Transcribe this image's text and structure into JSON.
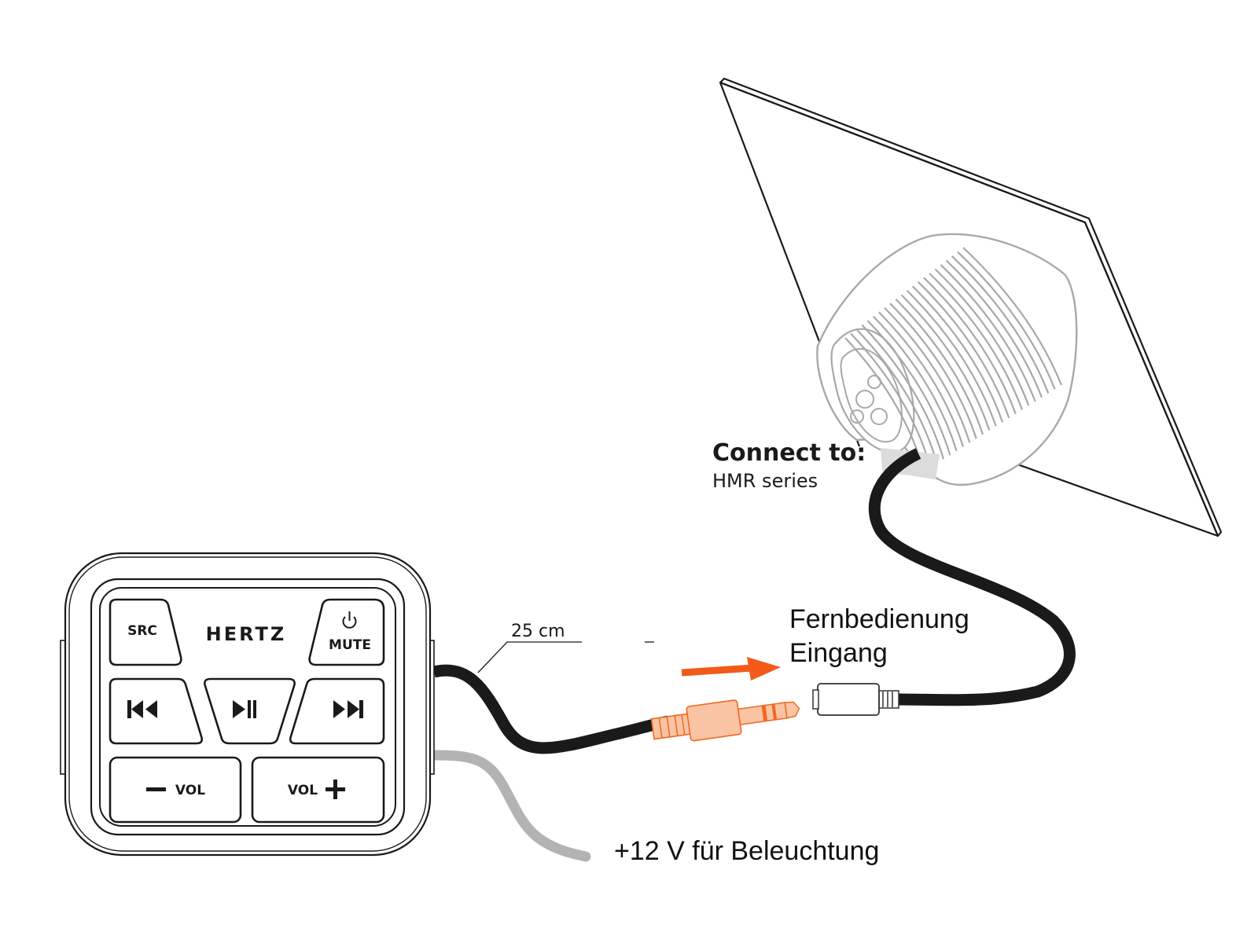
{
  "diagram": {
    "type": "wiring-diagram",
    "remote": {
      "brand": "HERTZ",
      "buttons": {
        "src": "SRC",
        "mute": "MUTE",
        "previous": "previous-track",
        "play_pause": "play-pause",
        "next": "next-track",
        "vol_down": "VOL",
        "vol_up": "VOL"
      },
      "icons": {
        "power": "power-icon",
        "previous": "skip-previous-icon",
        "play_pause": "play-pause-icon",
        "next": "skip-next-icon",
        "minus": "minus-icon",
        "plus": "plus-icon"
      }
    },
    "labels": {
      "cable_length": "25 cm",
      "connect_to_title": "Connect to:",
      "connect_to_target": "HMR series",
      "remote_input_line1": "Fernbedienung",
      "remote_input_line2": "Eingang",
      "power_wire": "+12 V für Beleuchtung"
    },
    "colors": {
      "jack_fill": "#f9c4a4",
      "jack_stroke": "#f26722",
      "arrow": "#f25a1a",
      "signal_cable": "#1a1a1a",
      "power_cable": "#b3b3b3",
      "speaker_outline": "#a8a8a8",
      "line": "#1a1a1a"
    }
  }
}
